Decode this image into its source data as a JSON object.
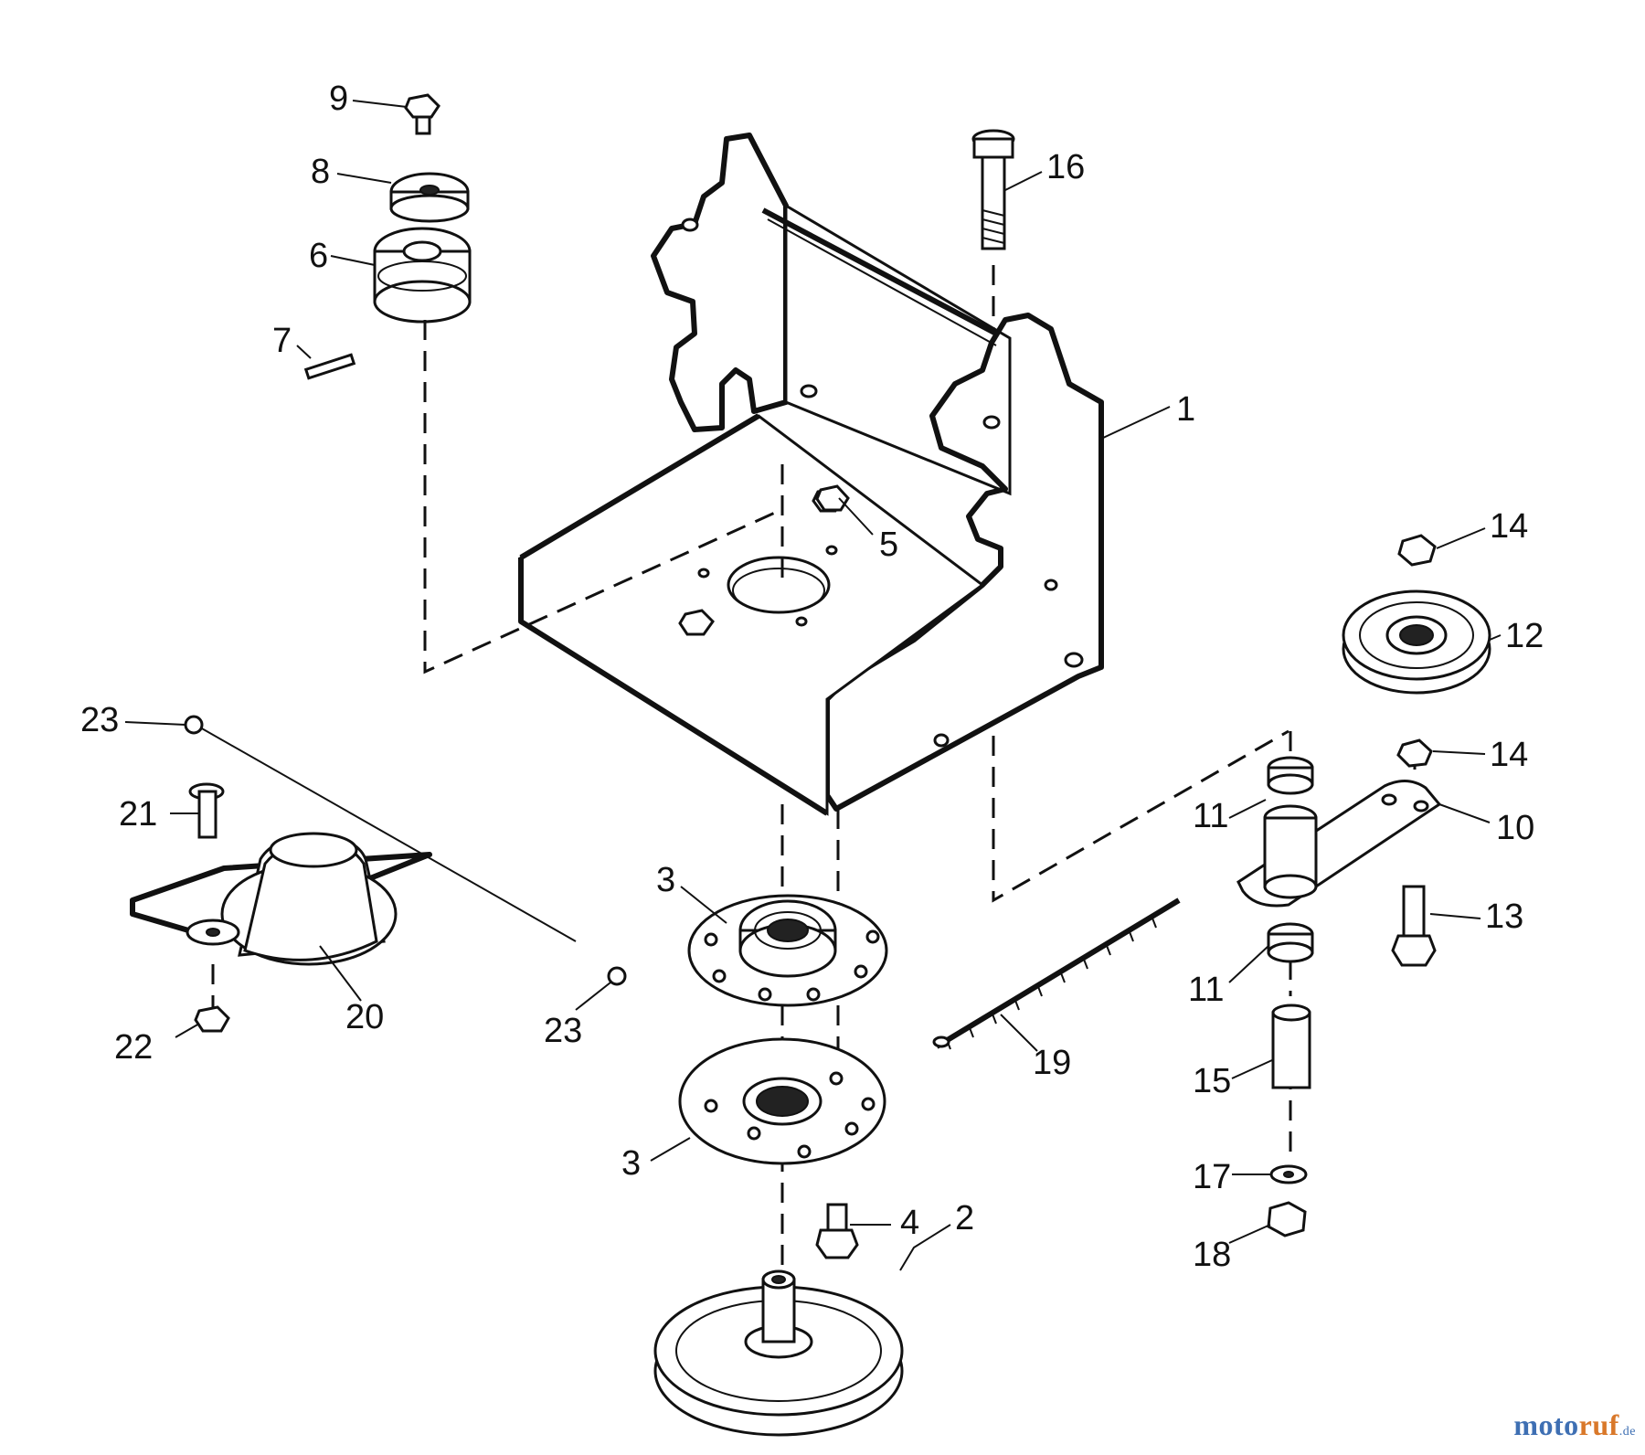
{
  "diagram": {
    "callouts": [
      "1",
      "2",
      "3",
      "3",
      "4",
      "5",
      "6",
      "7",
      "8",
      "9",
      "10",
      "11",
      "11",
      "12",
      "13",
      "14",
      "14",
      "15",
      "16",
      "17",
      "18",
      "19",
      "20",
      "21",
      "22",
      "23",
      "23"
    ]
  },
  "watermark": {
    "brand_a": "moto",
    "brand_b": "ruf",
    "suffix": ".de"
  }
}
